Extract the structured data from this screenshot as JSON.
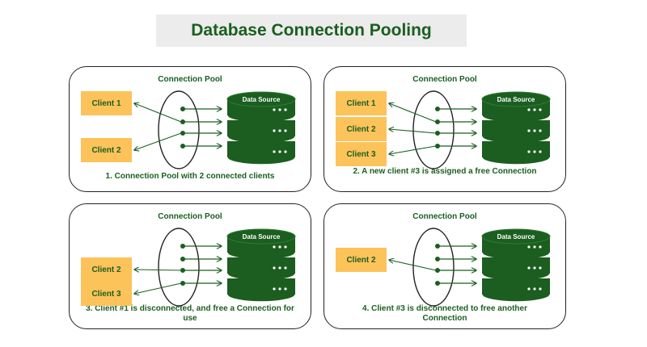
{
  "title": "Database Connection Pooling",
  "colors": {
    "green": "#1b5e20",
    "client_fill": "#fcc35a",
    "db_fill": "#1b5e20",
    "title_bg": "#ececec"
  },
  "panels": [
    {
      "pool_label": "Connection Pool",
      "db_label": "Data Source",
      "caption": "1. Connection Pool with 2 connected clients",
      "clients": [
        {
          "label": "Client 1",
          "slot": 0
        },
        {
          "label": "Client 2",
          "slot": 3
        }
      ],
      "links": [
        {
          "client": 0,
          "conn": 1
        },
        {
          "client": 1,
          "conn": 2
        }
      ]
    },
    {
      "pool_label": "Connection Pool",
      "db_label": "Data Source",
      "caption": "2. A new client #3 is assigned a free Connection",
      "clients": [
        {
          "label": "Client 1",
          "slot": 0
        },
        {
          "label": "Client 2",
          "slot": 1
        },
        {
          "label": "Client 3",
          "slot": 2
        }
      ],
      "links": [
        {
          "client": 0,
          "conn": 1
        },
        {
          "client": 1,
          "conn": 2
        },
        {
          "client": 2,
          "conn": 3
        }
      ]
    },
    {
      "pool_label": "Connection Pool",
      "db_label": "Data Source",
      "caption": "3. Client #1 is disconnected, and free a Connection for use",
      "clients": [
        {
          "label": "Client 2",
          "slot": 1
        },
        {
          "label": "Client 3",
          "slot": 2
        }
      ],
      "links": [
        {
          "client": 0,
          "conn": 2
        },
        {
          "client": 1,
          "conn": 3
        }
      ]
    },
    {
      "pool_label": "Connection Pool",
      "db_label": "Data Source",
      "caption": "4. Client #3 is disconnected to free another Connection",
      "clients": [
        {
          "label": "Client 2",
          "slot": 0
        }
      ],
      "links": [
        {
          "client": 0,
          "conn": 2
        }
      ]
    }
  ]
}
